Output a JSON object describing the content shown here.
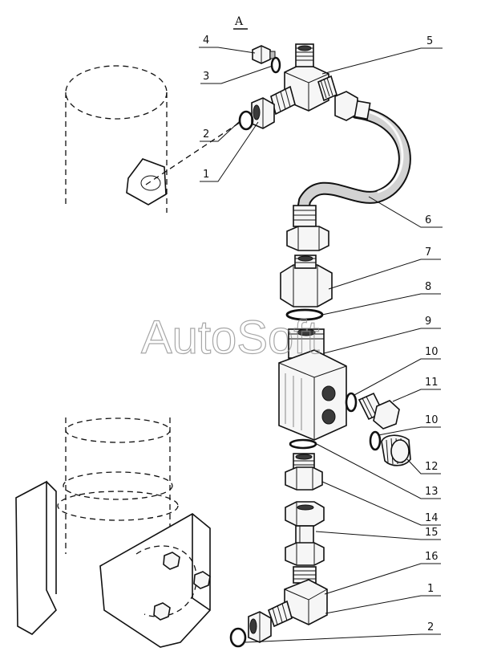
{
  "view_label": "A",
  "watermark": "AutoSoft",
  "callouts": [
    {
      "id": "c-4",
      "text": "4"
    },
    {
      "id": "c-3",
      "text": "3"
    },
    {
      "id": "c-5",
      "text": "5"
    },
    {
      "id": "c-2a",
      "text": "2"
    },
    {
      "id": "c-1a",
      "text": "1"
    },
    {
      "id": "c-6",
      "text": "6"
    },
    {
      "id": "c-7",
      "text": "7"
    },
    {
      "id": "c-8",
      "text": "8"
    },
    {
      "id": "c-9",
      "text": "9"
    },
    {
      "id": "c-10a",
      "text": "10"
    },
    {
      "id": "c-11",
      "text": "11"
    },
    {
      "id": "c-10b",
      "text": "10"
    },
    {
      "id": "c-12",
      "text": "12"
    },
    {
      "id": "c-13",
      "text": "13"
    },
    {
      "id": "c-14",
      "text": "14"
    },
    {
      "id": "c-15",
      "text": "15"
    },
    {
      "id": "c-16",
      "text": "16"
    },
    {
      "id": "c-1b",
      "text": "1"
    },
    {
      "id": "c-2b",
      "text": "2"
    }
  ]
}
